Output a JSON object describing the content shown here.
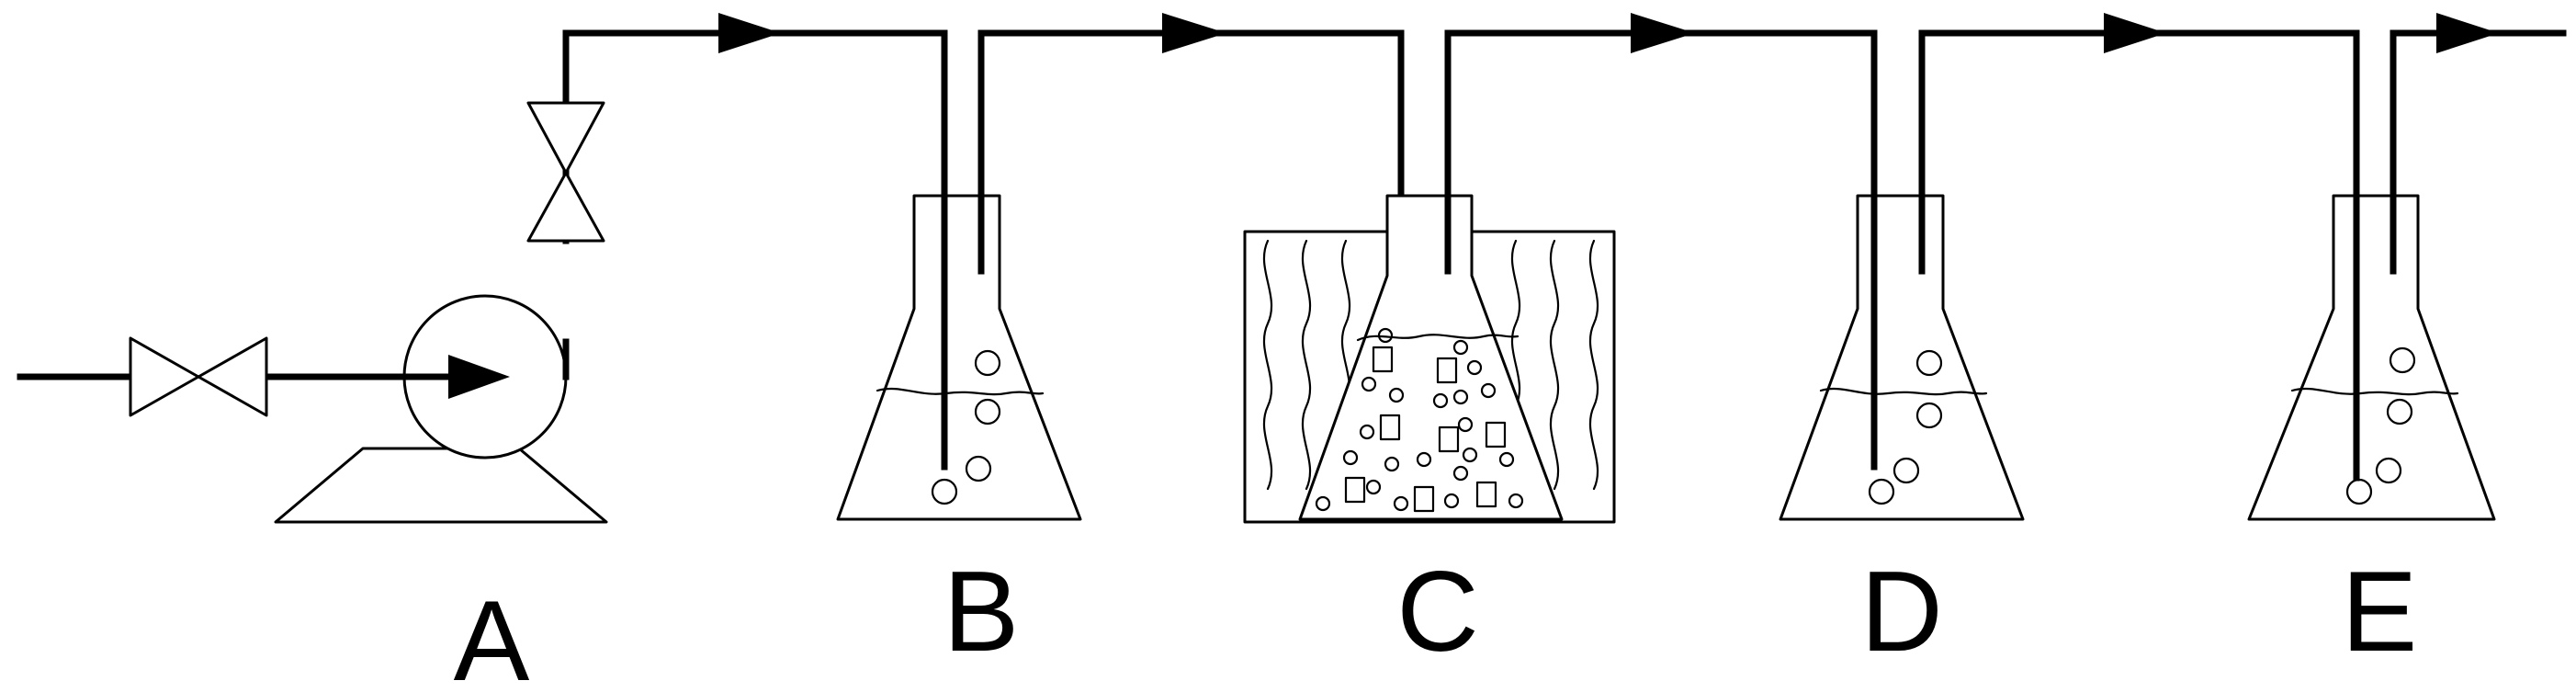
{
  "labels": {
    "pump": "A",
    "flask_1": "B",
    "flask_heated": "C",
    "flask_3": "D",
    "flask_4": "E"
  },
  "colors": {
    "line": "#000000",
    "background": "#ffffff"
  }
}
